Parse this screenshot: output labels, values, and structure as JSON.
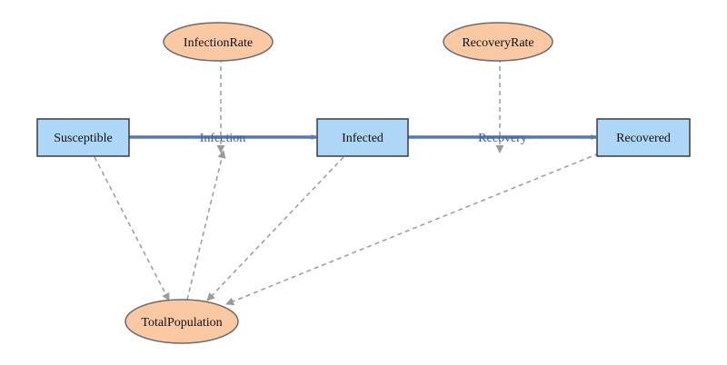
{
  "colors": {
    "stock_fill": "#aed6f7",
    "auxiliary_fill": "#fbc8a4",
    "flow": "#5577c0",
    "flow_label": "#3b5aa8",
    "dependency": "#9a9a9a"
  },
  "stocks": {
    "susceptible": "Susceptible",
    "infected": "Infected",
    "recovered": "Recovered"
  },
  "auxiliaries": {
    "infection_rate": "InfectionRate",
    "recovery_rate": "RecoveryRate",
    "total_population": "TotalPopulation"
  },
  "flows": {
    "infection": "Infection",
    "recovery": "Recovery"
  },
  "dependencies": [
    {
      "from": "InfectionRate",
      "to": "Infection"
    },
    {
      "from": "RecoveryRate",
      "to": "Recovery"
    },
    {
      "from": "Susceptible",
      "to": "TotalPopulation"
    },
    {
      "from": "Infected",
      "to": "TotalPopulation"
    },
    {
      "from": "Recovered",
      "to": "TotalPopulation"
    },
    {
      "from": "TotalPopulation",
      "to": "Infection"
    }
  ]
}
